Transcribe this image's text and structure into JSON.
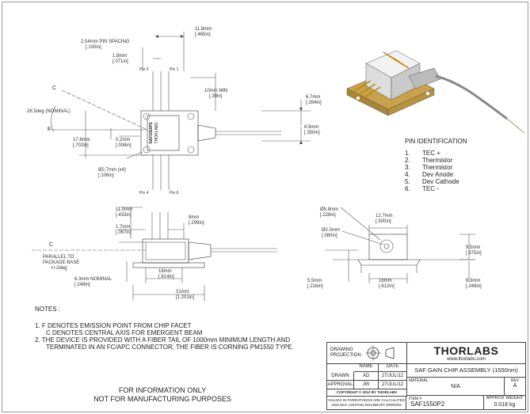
{
  "dims": {
    "pin_spacing": "2.54mm PIN SPACING",
    "pin_spacing_in": "[.100in]",
    "d11_8": "11.8mm",
    "d11_8_in": "[.465in]",
    "d1_8": "1.8mm",
    "d1_8_in": "[.071in]",
    "pin3": "Pin 3",
    "pin1": "Pin 1",
    "d10_min": "10mm MIN",
    "d10_min_in": "[.39in]",
    "d6_7": "6.7mm",
    "d6_7_in": "[.264in]",
    "c_label": "C",
    "angle": "26.5deg (NOMINAL)",
    "f_label": "F",
    "d17_8": "17.8mm",
    "d17_8_in": "[.702in]",
    "d0_2": "0.2mm",
    "d0_2_in": "[.008in]",
    "d8_9": "8.9mm",
    "d8_9_in": "[.350in]",
    "hole": "Ø2.7mm (x4)",
    "hole_in": "[.106in]",
    "pin4": "Pin 4",
    "pin6": "Pin 6",
    "chip_label_1": "SAF1550P2",
    "chip_label_2": "THORLABS",
    "d11_0": "11.0mm",
    "d11_0_in": "[.433in]",
    "d1_7": "1.7mm",
    "d1_7_in": "[.067in]",
    "d8": "8mm",
    "d8_in": "[.299in]",
    "c_label2": "C",
    "parallel": "PARALLEL TO",
    "parallel2": "PACKAGE BASE",
    "parallel3": "+/-2deg",
    "d16": "16mm",
    "d16_in": "[.614in]",
    "d6_3_nom": "6.3mm NOMINAL",
    "d6_3_nom_in": "[.248in]",
    "d31": "31mm",
    "d31_in": "[1.201in]",
    "d5_8": "Ø5.8mm",
    "d5_8_in": "[.228in]",
    "d2_0": "Ø2.0mm",
    "d2_0_in": "[.080in]",
    "d12_7": "12.7mm",
    "d12_7_in": "[.500in]",
    "d9_5": "9.5mm",
    "d9_5_in": "[.375in]",
    "d5_5": "5.5mm",
    "d5_5_in": "[.216in]",
    "d16b": "16mm",
    "d16b_in": "[.612in]",
    "d6_3": "6.3mm",
    "d6_3_in": "[.248in]"
  },
  "pin_identification": {
    "title": "PIN IDENTIFICATION",
    "items": [
      {
        "num": "1.",
        "name": "TEC +"
      },
      {
        "num": "2.",
        "name": "Thermistor"
      },
      {
        "num": "3.",
        "name": "Thermistor"
      },
      {
        "num": "4.",
        "name": "Dev Anode"
      },
      {
        "num": "5.",
        "name": "Dev Cathode"
      },
      {
        "num": "6.",
        "name": "TEC -"
      }
    ]
  },
  "notes": {
    "title": "NOTES :",
    "line1": "1.  F DENOTES EMISSION POINT FROM CHIP FACET",
    "line1b": "C DENOTES CENTRAL AXIS FOR EMERGENT BEAM",
    "line2": "2.  THE DEVICE IS PROVIDED WITH A FIBER TAIL OF 1000mm MINIMUM LENGTH AND",
    "line2b": "TERMINATED IN AN FC/APC CONNECTOR; THE FIBER IS CORNING PM1550 TYPE."
  },
  "disclaimer": {
    "line1": "FOR INFORMATION ONLY",
    "line2": "NOT FOR MANUFACTURING PURPOSES"
  },
  "title_block": {
    "drawing_projection": "DRAWING",
    "drawing_projection2": "PROJECTION",
    "logo": "THORLABS",
    "website": "www.thorlabs.com",
    "name_hdr": "NAME",
    "date_hdr": "DATE",
    "drawn": "DRAWN",
    "drawn_name": "AD",
    "drawn_date": "27/JUL/12",
    "approval": "APPROVAL",
    "approval_name": "JW",
    "approval_date": "27/JUL/12",
    "title": "SAF GAIN CHIP ASSEMBLY (1550nm)",
    "material_lbl": "MATERIAL",
    "material": "N/A",
    "rev_lbl": "REV",
    "rev": "A",
    "copyright": "COPYRIGHT © 2012 BY THORLABS",
    "values_note": "VALUES IN PARENTHESIS ARE CALCULATED",
    "values_note2": "AND MAY CONTAIN ROUNDOFF ERRORS",
    "item_lbl": "ITEM #",
    "item": "SAF1550P2",
    "weight_lbl": "APPROX WEIGHT",
    "weight": "0.018 kg"
  }
}
